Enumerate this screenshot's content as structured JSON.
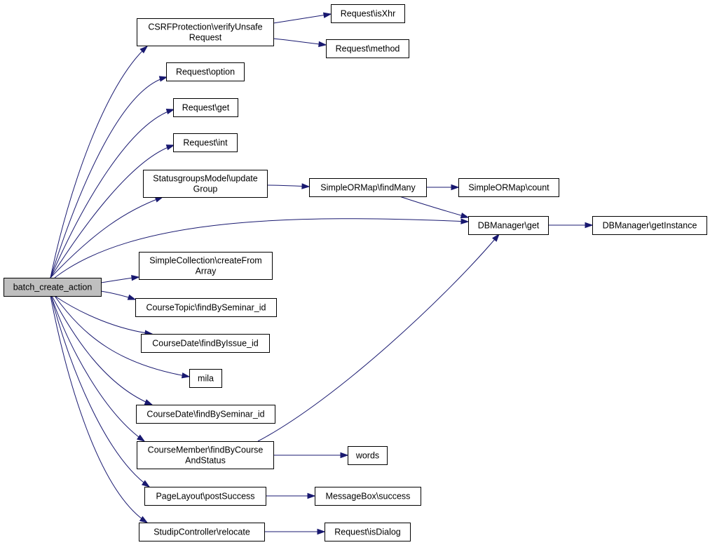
{
  "graph": {
    "edge_color": "#191970",
    "root_fill": "#bfbfbf",
    "node_fill": "#ffffff",
    "nodes": {
      "root": [
        "batch_create_action"
      ],
      "csrf": [
        "CSRFProtection\\verifyUnsafe",
        "Request"
      ],
      "isxhr": [
        "Request\\isXhr"
      ],
      "method": [
        "Request\\method"
      ],
      "option": [
        "Request\\option"
      ],
      "get": [
        "Request\\get"
      ],
      "int": [
        "Request\\int"
      ],
      "statusgroups": [
        "StatusgroupsModel\\update",
        "Group"
      ],
      "findmany": [
        "SimpleORMap\\findMany"
      ],
      "ormcount": [
        "SimpleORMap\\count"
      ],
      "dbget": [
        "DBManager\\get"
      ],
      "dbinstance": [
        "DBManager\\getInstance"
      ],
      "simplecollection": [
        "SimpleCollection\\createFrom",
        "Array"
      ],
      "coursetopic": [
        "CourseTopic\\findBySeminar_id"
      ],
      "coursedate_issue": [
        "CourseDate\\findByIssue_id"
      ],
      "mila": [
        "mila"
      ],
      "coursedate_seminar": [
        "CourseDate\\findBySeminar_id"
      ],
      "coursemember": [
        "CourseMember\\findByCourse",
        "AndStatus"
      ],
      "words": [
        "words"
      ],
      "pagelayout": [
        "PageLayout\\postSuccess"
      ],
      "messagebox": [
        "MessageBox\\success"
      ],
      "relocate": [
        "StudipController\\relocate"
      ],
      "isdialog": [
        "Request\\isDialog"
      ]
    },
    "edges": [
      [
        "root",
        "csrf"
      ],
      [
        "root",
        "option"
      ],
      [
        "root",
        "get"
      ],
      [
        "root",
        "int"
      ],
      [
        "root",
        "statusgroups"
      ],
      [
        "root",
        "dbget"
      ],
      [
        "root",
        "simplecollection"
      ],
      [
        "root",
        "coursetopic"
      ],
      [
        "root",
        "coursedate_issue"
      ],
      [
        "root",
        "mila"
      ],
      [
        "root",
        "coursedate_seminar"
      ],
      [
        "root",
        "coursemember"
      ],
      [
        "root",
        "pagelayout"
      ],
      [
        "root",
        "relocate"
      ],
      [
        "csrf",
        "isxhr"
      ],
      [
        "csrf",
        "method"
      ],
      [
        "statusgroups",
        "findmany"
      ],
      [
        "findmany",
        "ormcount"
      ],
      [
        "findmany",
        "dbget"
      ],
      [
        "dbget",
        "dbinstance"
      ],
      [
        "coursemember",
        "dbget"
      ],
      [
        "coursemember",
        "words"
      ],
      [
        "pagelayout",
        "messagebox"
      ],
      [
        "relocate",
        "isdialog"
      ]
    ]
  }
}
